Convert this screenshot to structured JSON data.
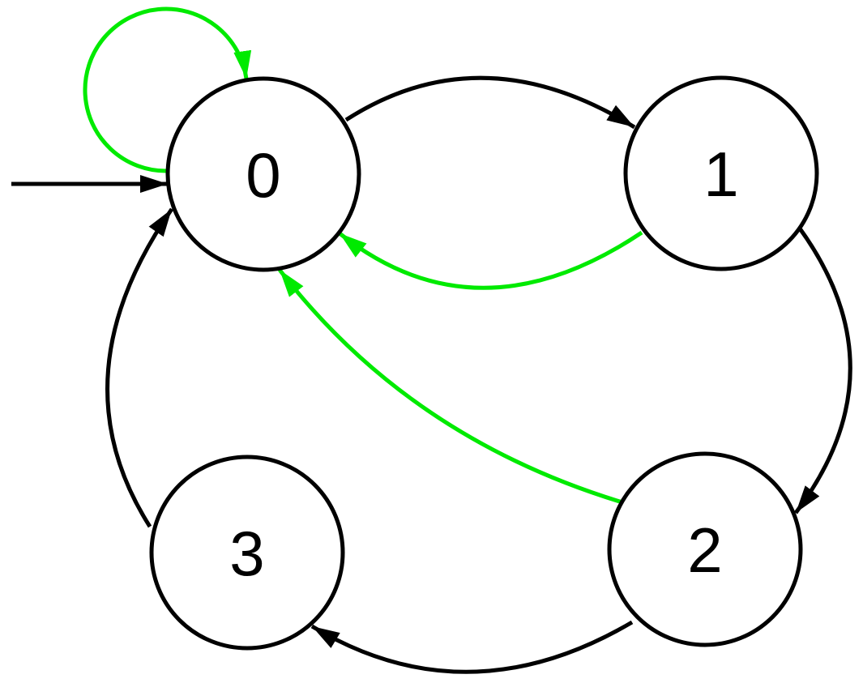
{
  "diagram": {
    "type": "finite-state-machine",
    "background": "#ffffff",
    "colors": {
      "node_stroke": "#000000",
      "node_fill": "#ffffff",
      "label": "#000000",
      "edge_default": "#000000",
      "edge_highlight": "#00ea00"
    },
    "nodes": [
      {
        "id": "0",
        "label": "0"
      },
      {
        "id": "1",
        "label": "1"
      },
      {
        "id": "2",
        "label": "2"
      },
      {
        "id": "3",
        "label": "3"
      }
    ],
    "edges": [
      {
        "from": "start",
        "to": "0",
        "color": "black",
        "kind": "initial-arrow"
      },
      {
        "from": "0",
        "to": "0",
        "color": "green",
        "kind": "self-loop"
      },
      {
        "from": "0",
        "to": "1",
        "color": "black",
        "kind": "transition"
      },
      {
        "from": "1",
        "to": "0",
        "color": "green",
        "kind": "transition"
      },
      {
        "from": "1",
        "to": "2",
        "color": "black",
        "kind": "transition"
      },
      {
        "from": "2",
        "to": "0",
        "color": "green",
        "kind": "transition"
      },
      {
        "from": "2",
        "to": "3",
        "color": "black",
        "kind": "transition"
      },
      {
        "from": "3",
        "to": "0",
        "color": "black",
        "kind": "transition"
      }
    ]
  }
}
